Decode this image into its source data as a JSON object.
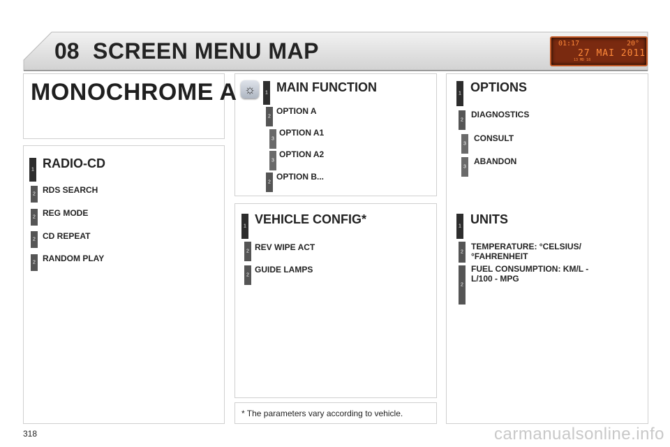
{
  "header": {
    "chapter_number": "08",
    "chapter_title": "SCREEN MENU MAP",
    "display": {
      "time": "01:17",
      "temp": "20°",
      "date": "27 MAI 2011",
      "small": "13 MD 18"
    }
  },
  "left": {
    "title": "MONOCHROME A",
    "radio": {
      "title": "RADIO-CD",
      "title_level": "1",
      "items": [
        {
          "level": "2",
          "label": "RDS SEARCH"
        },
        {
          "level": "2",
          "label": "REG MODE"
        },
        {
          "level": "2",
          "label": "CD REPEAT"
        },
        {
          "level": "2",
          "label": "RANDOM PLAY"
        }
      ]
    }
  },
  "middle": {
    "main": {
      "title": "MAIN FUNCTION",
      "title_level": "1",
      "icon": "settings-gear-icon",
      "items": [
        {
          "level": "2",
          "label": "OPTION A"
        },
        {
          "level": "3",
          "label": "OPTION A1"
        },
        {
          "level": "3",
          "label": "OPTION A2"
        },
        {
          "level": "2",
          "label": "OPTION B..."
        }
      ]
    },
    "vehicle": {
      "title": "VEHICLE CONFIG*",
      "title_level": "1",
      "items": [
        {
          "level": "2",
          "label": "REV WIPE ACT"
        },
        {
          "level": "2",
          "label": "GUIDE LAMPS"
        }
      ]
    },
    "footnote": "* The parameters vary according to vehicle."
  },
  "right": {
    "options": {
      "title": "OPTIONS",
      "title_level": "1",
      "items": [
        {
          "level": "2",
          "label": "DIAGNOSTICS"
        },
        {
          "level": "3",
          "label": "CONSULT"
        },
        {
          "level": "3",
          "label": "ABANDON"
        }
      ]
    },
    "units": {
      "title": "UNITS",
      "title_level": "1",
      "items": [
        {
          "level": "2",
          "label": "TEMPERATURE: °CELSIUS/\n°FAHRENHEIT"
        },
        {
          "level": "2",
          "label": "FUEL CONSUMPTION: KM/L -\nL/100 - MPG"
        }
      ]
    }
  },
  "footer": {
    "page_number": "318",
    "watermark": "carmanualsonline.info"
  },
  "colors": {
    "header_band": "#d4d4d4",
    "display_bg": "#7a2a10",
    "display_text": "#ff8a3a",
    "level_bar": "#3a3a3a"
  }
}
